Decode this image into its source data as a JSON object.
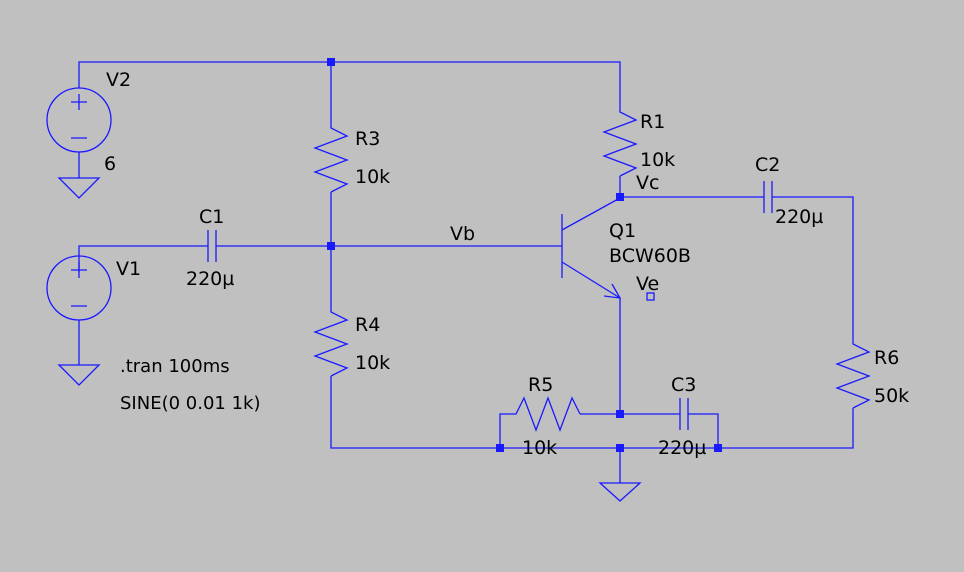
{
  "colors": {
    "background": "#c0c0c0",
    "wire": "#1a1aff",
    "text": "#000000"
  },
  "components": {
    "v2": {
      "name": "V2",
      "value": "6"
    },
    "v1": {
      "name": "V1"
    },
    "r3": {
      "name": "R3",
      "value": "10k"
    },
    "r1": {
      "name": "R1",
      "value": "10k"
    },
    "r4": {
      "name": "R4",
      "value": "10k"
    },
    "r5": {
      "name": "R5",
      "value": "10k"
    },
    "r6": {
      "name": "R6",
      "value": "50k"
    },
    "c1": {
      "name": "C1",
      "value": "220µ"
    },
    "c2": {
      "name": "C2",
      "value": "220µ"
    },
    "c3": {
      "name": "C3",
      "value": "220µ"
    },
    "q1": {
      "name": "Q1",
      "value": "BCW60B"
    }
  },
  "nets": {
    "vb": "Vb",
    "vc": "Vc",
    "ve": "Ve"
  },
  "directives": {
    "tran": ".tran 100ms",
    "source": "SINE(0 0.01 1k)"
  },
  "icons": {
    "source": "voltage-source-icon",
    "ground": "ground-icon",
    "resistor": "resistor-icon",
    "capacitor": "capacitor-icon",
    "transistor": "npn-transistor-icon"
  }
}
